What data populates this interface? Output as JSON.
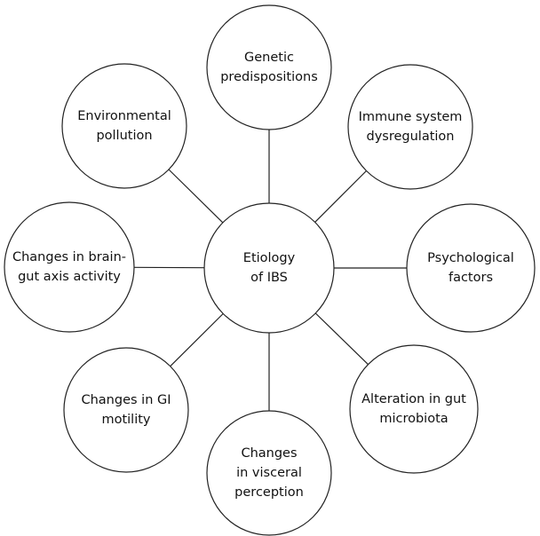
{
  "center": {
    "id": "center",
    "lines": [
      "Etiology",
      "of IBS"
    ]
  },
  "nodes": [
    {
      "id": "genetic",
      "lines": [
        "Genetic",
        "predispositions"
      ]
    },
    {
      "id": "immune",
      "lines": [
        "Immune system",
        "dysregulation"
      ]
    },
    {
      "id": "psychological",
      "lines": [
        "Psychological",
        "factors"
      ]
    },
    {
      "id": "microbiota",
      "lines": [
        "Alteration in gut",
        "microbiota"
      ]
    },
    {
      "id": "visceral",
      "lines": [
        "Changes",
        "in visceral",
        "perception"
      ]
    },
    {
      "id": "gi-motility",
      "lines": [
        "Changes in GI",
        "motility"
      ]
    },
    {
      "id": "brain-gut",
      "lines": [
        "Changes in brain-",
        "gut axis activity"
      ]
    },
    {
      "id": "environmental",
      "lines": [
        "Environmental",
        "pollution"
      ]
    }
  ],
  "colors": {
    "stroke": "#222222",
    "fill": "#ffffff",
    "text": "#111111"
  }
}
